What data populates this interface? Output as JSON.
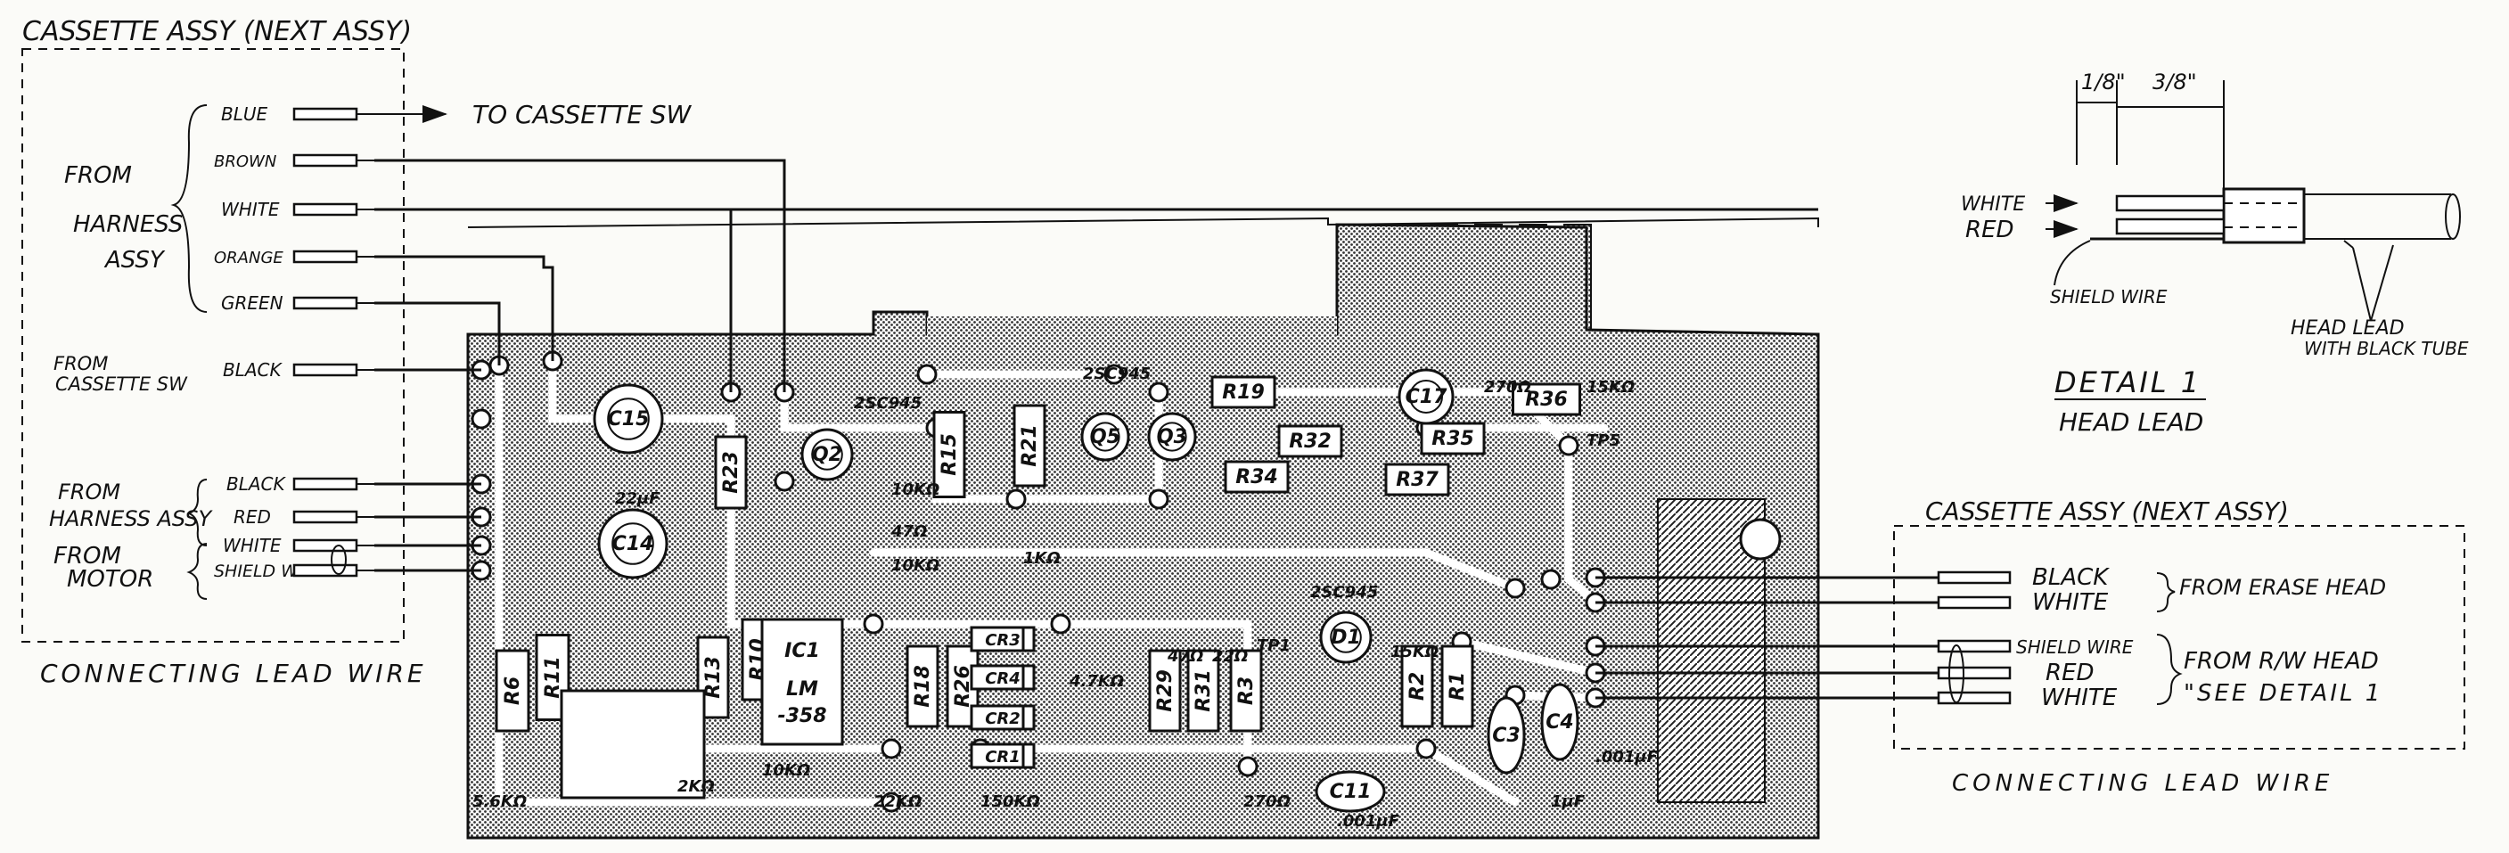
{
  "left_box": {
    "title": "CASSETTE ASSY (NEXT ASSY)",
    "footer": "CONNECTING LEAD WIRE",
    "group_harness": [
      "FROM",
      "HARNESS",
      "ASSY"
    ],
    "to_cassette_sw": "TO CASSETTE SW",
    "from_cassette_sw": [
      "FROM",
      "CASSETTE SW"
    ],
    "from_harness_assy": [
      "FROM",
      "HARNESS ASSY"
    ],
    "from_motor": [
      "FROM",
      "MOTOR"
    ],
    "wires": [
      "BLUE",
      "BROWN",
      "WHITE",
      "ORANGE",
      "GREEN",
      "BLACK",
      "BLACK",
      "RED",
      "WHITE",
      "SHIELD WIRE"
    ]
  },
  "right_box": {
    "title": "CASSETTE ASSY (NEXT ASSY)",
    "footer": "CONNECTING LEAD WIRE",
    "wires": [
      "BLACK",
      "WHITE",
      "SHIELD WIRE",
      "RED",
      "WHITE"
    ],
    "from_erase_head": "FROM ERASE HEAD",
    "from_rw_head": "FROM R/W HEAD",
    "see_detail": "\"SEE DETAIL 1"
  },
  "detail": {
    "title": "DETAIL 1",
    "subtitle": "HEAD LEAD",
    "dim_left": "1/8\"",
    "dim_right": "3/8\"",
    "white": "WHITE",
    "red": "RED",
    "shield_wire": "SHIELD WIRE",
    "head_lead": [
      "HEAD LEAD",
      "WITH BLACK TUBE"
    ]
  },
  "board": {
    "components": [
      {
        "ref": "R19"
      },
      {
        "ref": "R32"
      },
      {
        "ref": "R34"
      },
      {
        "ref": "R36"
      },
      {
        "ref": "R35"
      },
      {
        "ref": "R37"
      },
      {
        "ref": "C17"
      },
      {
        "ref": "R23"
      },
      {
        "ref": "R15"
      },
      {
        "ref": "R21"
      },
      {
        "ref": "R11"
      },
      {
        "ref": "R13"
      },
      {
        "ref": "R10"
      },
      {
        "ref": "R18"
      },
      {
        "ref": "R26"
      },
      {
        "ref": "R29"
      },
      {
        "ref": "R31"
      },
      {
        "ref": "R3"
      },
      {
        "ref": "R2"
      },
      {
        "ref": "R1"
      },
      {
        "ref": "R6"
      },
      {
        "ref": "C14"
      },
      {
        "ref": "C15"
      },
      {
        "ref": "C3"
      },
      {
        "ref": "C4"
      },
      {
        "ref": "C11"
      },
      {
        "ref": "CR3"
      },
      {
        "ref": "CR4"
      },
      {
        "ref": "CR2"
      },
      {
        "ref": "CR1"
      },
      {
        "ref": "Q2"
      },
      {
        "ref": "Q5"
      },
      {
        "ref": "Q3"
      },
      {
        "ref": "D1"
      },
      {
        "ref": "IC1"
      }
    ],
    "values": [
      "2SC945",
      "2SC945",
      "2SC945",
      "10KΩ",
      "10KΩ",
      "47Ω",
      "15KΩ",
      "4.7KΩ",
      "5.6KΩ",
      "2KΩ",
      "10KΩ",
      "22KΩ",
      "150KΩ",
      "47Ω",
      "22Ω",
      "15KΩ",
      "270Ω",
      "1μF",
      ".001μF",
      ".001μF",
      "22μF",
      "LM",
      "-358",
      "TP5",
      "TP1",
      "1KΩ",
      "270Ω"
    ]
  }
}
